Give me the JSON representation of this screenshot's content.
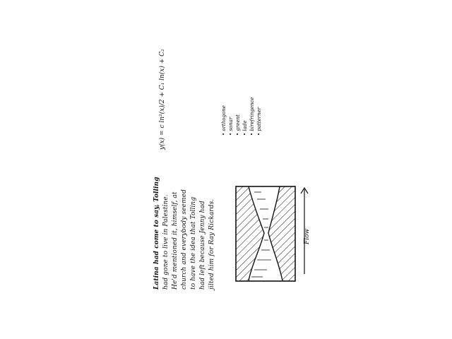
{
  "paragraph": {
    "lines": [
      "Latina had come to say, Tolling",
      "had gone to live in Palestine.",
      "He'd mentioned it, himself, at",
      "church and everybody seemed",
      "to have the idea that Tolling",
      "had left because Jenny had",
      "jilted him for Ray Rickards."
    ]
  },
  "equation": {
    "text": "y(x) = c ln²(x)/2 + C₁ ln(x) + C₂"
  },
  "bullets": {
    "items": [
      "• orthogone",
      "• sonar",
      "• greent",
      "• lade",
      "• birefringence",
      "• patterner"
    ]
  },
  "diagram": {
    "flow_label": "Flow"
  }
}
